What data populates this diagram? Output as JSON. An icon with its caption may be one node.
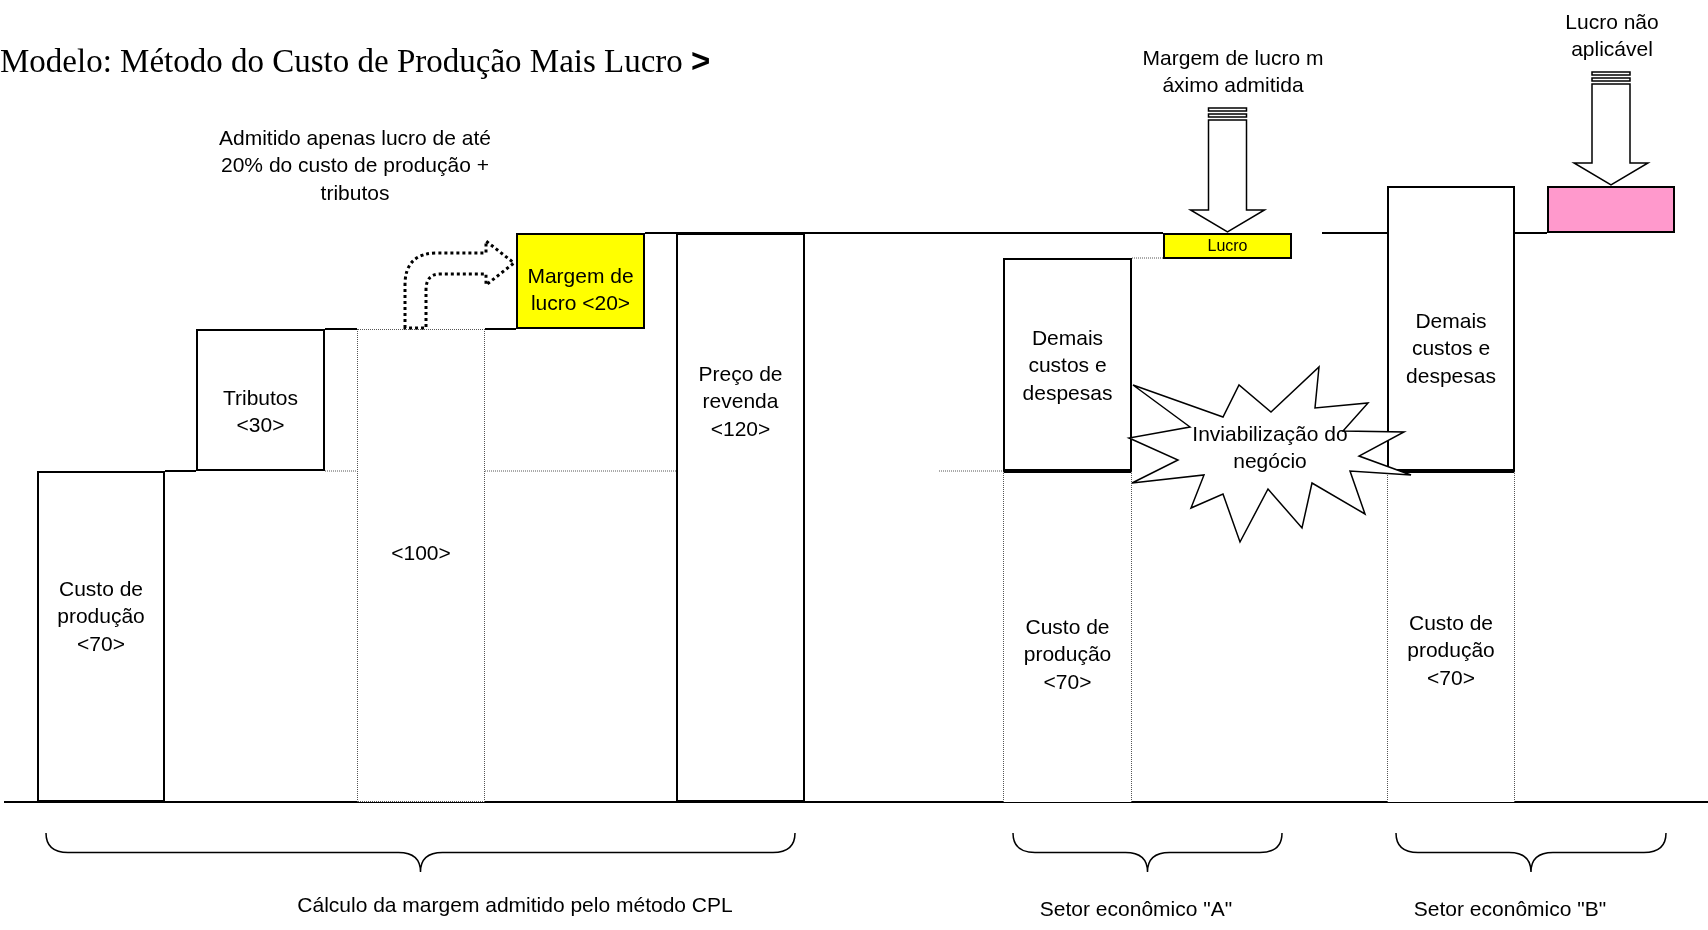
{
  "diagram": {
    "title": "Modelo: Método do Custo de Produção Mais Lucro **>**",
    "nodes": [
      {
        "text": [
          "Custo de produção <70>"
        ]
      },
      {
        "text": [
          "Tributos <30>"
        ]
      },
      {
        "text": [
          "<100>"
        ]
      },
      {
        "text": [
          "Margem de lucro <20>"
        ]
      },
      {
        "text": [
          "Preço de revenda <120>"
        ]
      },
      {
        "text": [
          "Demais custos e despesas"
        ]
      },
      {
        "text": [
          "Custo de produção <70>"
        ]
      },
      {
        "text": [
          "Margem de lucro m áximo admitida"
        ]
      },
      {
        "text": [
          "Lucro"
        ]
      },
      {
        "text": [
          "Inviabilização do negócio"
        ]
      },
      {
        "text": [
          "Demais custos e despesas"
        ]
      },
      {
        "text": [
          "Custo de produção <70>"
        ]
      },
      {
        "text": [
          "Lucro não aplicável"
        ]
      },
      {
        "text": [],
        "shape": "box"
      }
    ],
    "edges": [
      {
        "from": 2,
        "to": 3,
        "arrow": "to",
        "style": "dashed"
      },
      {
        "from": 7,
        "to": 8,
        "arrow": "to"
      },
      {
        "from": 12,
        "to": 13,
        "arrow": "to"
      }
    ],
    "labels": [
      "Admitido apenas lucro de até 20% do custo de produção + tributos",
      "Cálculo da margem admitido pelo método CPL",
      "Setor econômico \"A\"",
      "Setor econômico \"B\""
    ]
  }
}
